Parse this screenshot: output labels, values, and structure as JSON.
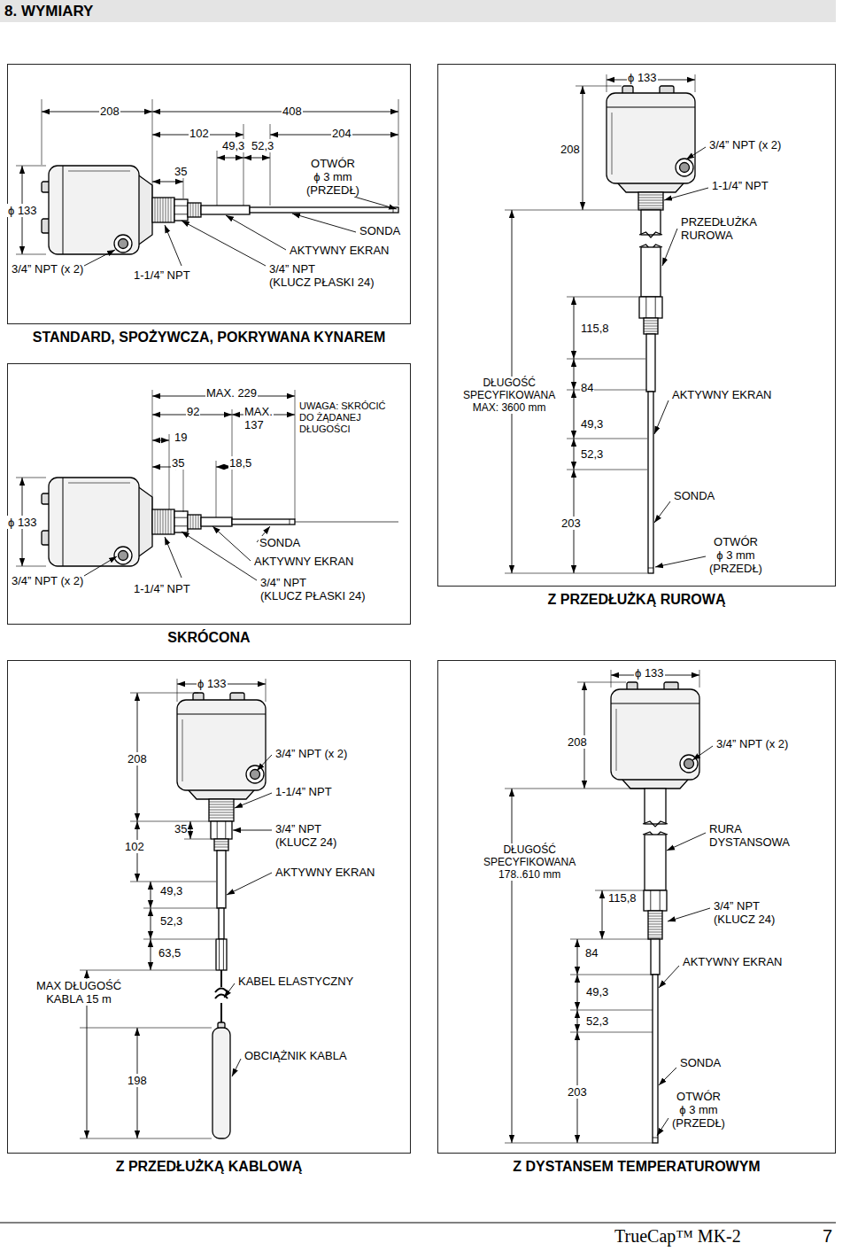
{
  "diagram": {
    "title": "8. WYMIARY",
    "nodes": [
      {
        "text": [
          "STANDARD, SPOŻYWCZA, POKRYWANA KYNAREM"
        ]
      },
      {
        "text": [
          "SKRÓCONA"
        ]
      },
      {
        "text": [
          "Z PRZEDŁUŻKĄ RUROWĄ"
        ]
      },
      {
        "text": [
          "Z PRZEDŁUŻKĄ KABLOWĄ"
        ]
      },
      {
        "text": [
          "Z DYSTANSEM TEMPERATUROWYM"
        ]
      }
    ],
    "labels": [
      "208",
      "408",
      "102",
      "49,3",
      "52,3",
      "204",
      "35",
      "OTWÓR ϕ 3 mm (PRZEDŁ)",
      "ϕ 133",
      "SONDA",
      "AKTYWNY EKRAN",
      "3/4” NPT (x 2)",
      "1-1/4” NPT",
      "3/4” NPT (KLUCZ PŁASKI 24)",
      "MAX. 229",
      "92",
      "MAX. 137",
      "UWAGA: SKRÓCIĆ DO ŻĄDANEJ DŁUGOŚCI",
      "19",
      "35",
      "18,5",
      "ϕ 133",
      "SONDA",
      "AKTYWNY EKRAN",
      "3/4” NPT (x 2)",
      "1-1/4” NPT",
      "3/4” NPT (KLUCZ PŁASKI 24)",
      "ϕ 133",
      "208",
      "3/4” NPT (x 2)",
      "1-1/4” NPT",
      "PRZEDŁUŻKA RUROWA",
      "115,8",
      "DŁUGOŚĆ SPECYFIKOWANA MAX: 3600 mm",
      "84",
      "AKTYWNY EKRAN",
      "49,3",
      "52,3",
      "SONDA",
      "203",
      "OTWÓR ϕ 3 mm (PRZEDŁ)",
      "ϕ 133",
      "208",
      "3/4” NPT (x 2)",
      "1-1/4” NPT",
      "102",
      "35",
      "3/4” NPT (KLUCZ 24)",
      "AKTYWNY EKRAN",
      "49,3",
      "52,3",
      "63,5",
      "MAX DŁUGOŚĆ KABLA 15 m",
      "KABEL ELASTYCZNY",
      "OBCIĄŻNIK KABLA",
      "198",
      "ϕ 133",
      "208",
      "3/4” NPT (x 2)",
      "RURA DYSTANSOWA",
      "DŁUGOŚĆ SPECYFIKOWANA 178..610 mm",
      "115,8",
      "3/4” NPT (KLUCZ 24)",
      "84",
      "AKTYWNY EKRAN",
      "49,3",
      "52,3",
      "SONDA",
      "203",
      "OTWÓR ϕ 3 mm (PRZEDŁ)",
      "TrueCap™ MK-2",
      "7"
    ]
  }
}
